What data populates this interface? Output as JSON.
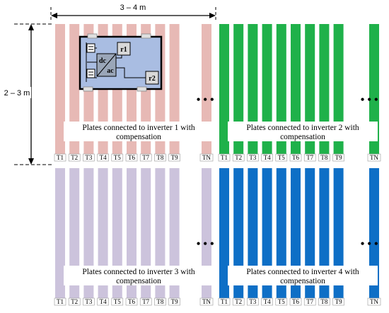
{
  "dimensions": {
    "width_label": "3 – 4 m",
    "height_label": "2 – 3 m"
  },
  "tile_labels": [
    "T1",
    "T2",
    "T3",
    "T4",
    "T5",
    "T6",
    "T7",
    "T8",
    "T9"
  ],
  "last_tile_label": "TN",
  "ellipsis": "• • •",
  "groups": [
    {
      "id": "inv1",
      "color": "#e7b9b5",
      "caption_line1": "Plates connected to inverter 1 with",
      "caption_line2": "compensation"
    },
    {
      "id": "inv2",
      "color": "#1fb14a",
      "caption_line1": "Plates connected to inverter 2 with",
      "caption_line2": "compensation"
    },
    {
      "id": "inv3",
      "color": "#ccc3dc",
      "caption_line1": "Plates connected to inverter 3 with",
      "caption_line2": "compensation"
    },
    {
      "id": "inv4",
      "color": "#0e6fc6",
      "caption_line1": "Plates connected to inverter 4 with",
      "caption_line2": "compensation"
    }
  ],
  "inverter": {
    "dc_label": "dc",
    "ac_label": "ac",
    "r1_label": "r1",
    "r2_label": "r2",
    "body_color": "#a9bde2"
  }
}
